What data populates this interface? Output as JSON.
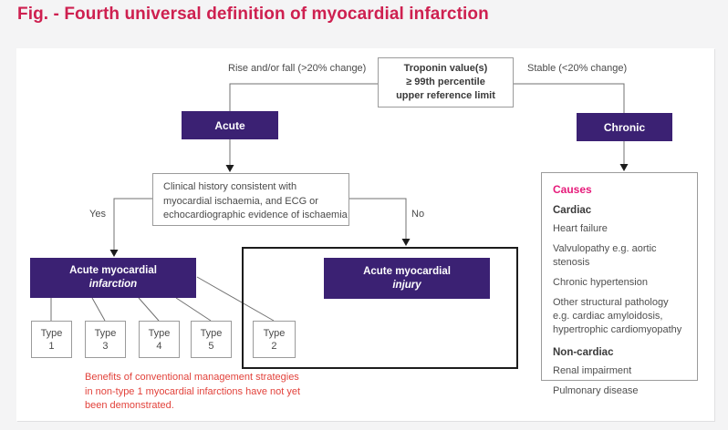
{
  "title": "Fig. - Fourth universal definition of myocardial infarction",
  "colors": {
    "purple": "#3b2173",
    "title_crimson": "#ce2050",
    "causes_pink": "#e61a7a",
    "note_red": "#e2423b"
  },
  "flowchart": {
    "troponin_box": "Troponin value(s)\n≥ 99th percentile\nupper reference limit",
    "branch_left_label": "Rise and/or fall (>20% change)",
    "branch_right_label": "Stable (<20% change)",
    "acute_label": "Acute",
    "chronic_label": "Chronic",
    "clinical_box": "Clinical history consistent with\nmyocardial ischaemia, and ECG or\nechocardiographic evidence of ischaemia",
    "yes_label": "Yes",
    "no_label": "No",
    "ami_box": {
      "line1": "Acute myocardial",
      "line2": "infarction"
    },
    "injury_box": {
      "line1": "Acute myocardial",
      "line2": "injury"
    },
    "type_boxes": [
      "Type\n1",
      "Type\n3",
      "Type\n4",
      "Type\n5",
      "Type\n2"
    ],
    "note": "Benefits of conventional management strategies\nin non-type 1 myocardial infarctions have not yet\nbeen demonstrated."
  },
  "causes": {
    "title": "Causes",
    "sections": [
      {
        "header": "Cardiac",
        "items": [
          "Heart failure",
          "Valvulopathy e.g. aortic stenosis",
          "Chronic hypertension",
          "Other structural pathology\ne.g. cardiac amyloidosis,\nhypertrophic cardiomyopathy"
        ]
      },
      {
        "header": "Non-cardiac",
        "items": [
          "Renal impairment",
          "Pulmonary disease"
        ]
      }
    ]
  }
}
